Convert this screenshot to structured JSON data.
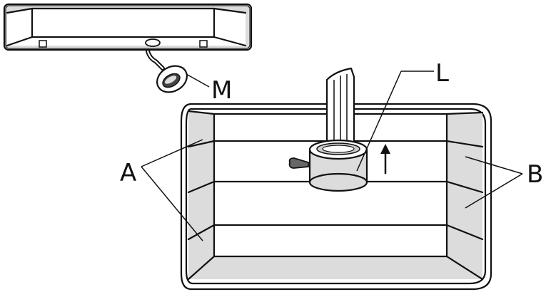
{
  "labels": {
    "m": "M",
    "l": "L",
    "a": "A",
    "b": "B"
  },
  "colors": {
    "line": "#111111",
    "gray_fill": "#dcdcdc",
    "background": "#ffffff"
  }
}
